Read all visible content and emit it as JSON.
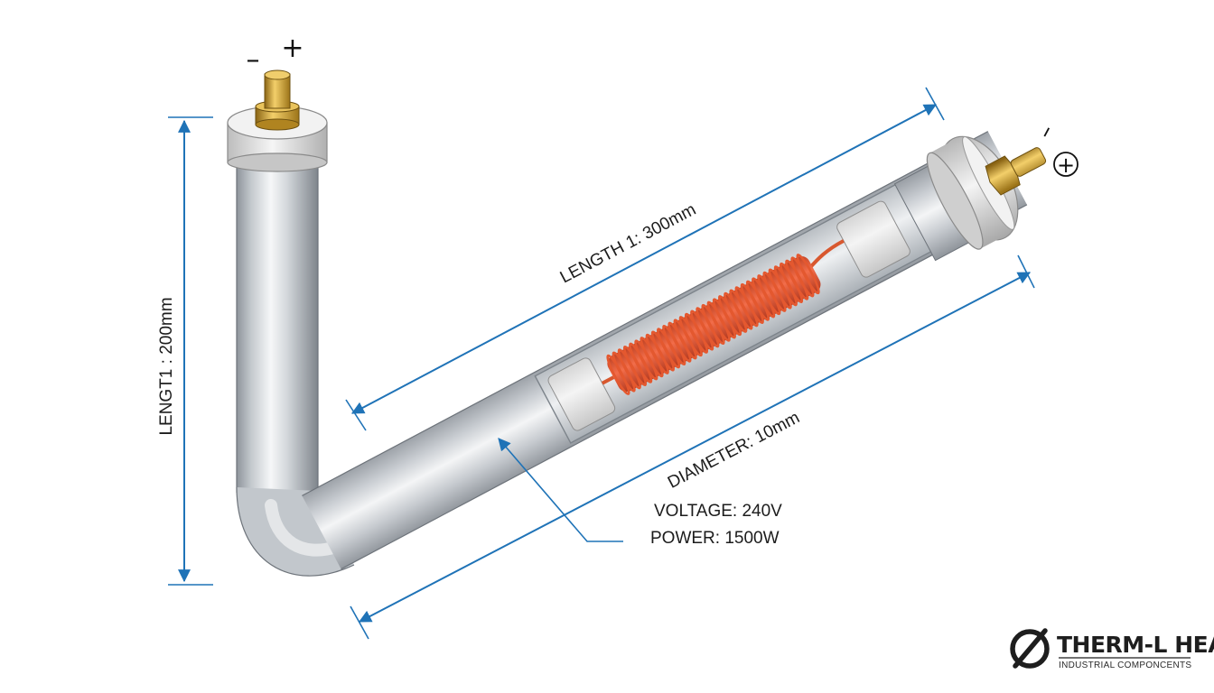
{
  "dimensions": {
    "vertical_length": "LENGT1 : 200mm",
    "diagonal_length": "LENGTH 1: 300mm",
    "diameter": "DIAMETER: 10mm"
  },
  "specs": {
    "voltage": "VOLTAGE: 240V",
    "power": "POWER: 1500W"
  },
  "terminals": {
    "top_minus": "–",
    "top_plus": "+",
    "right_minus": "–",
    "right_plus": "+"
  },
  "brand": {
    "name": "THERM-L HEAT",
    "tagline": "INDUSTRIAL COMPONCENTS",
    "logo_icon": "slashed-circle-logo"
  },
  "colors": {
    "dimension_line": "#1f73b7",
    "tube_metal": "#c9cdd2",
    "heating_coil": "#e0502c",
    "brass_terminal": "#c99a2c",
    "ceramic_cap": "#e7e7e7"
  }
}
